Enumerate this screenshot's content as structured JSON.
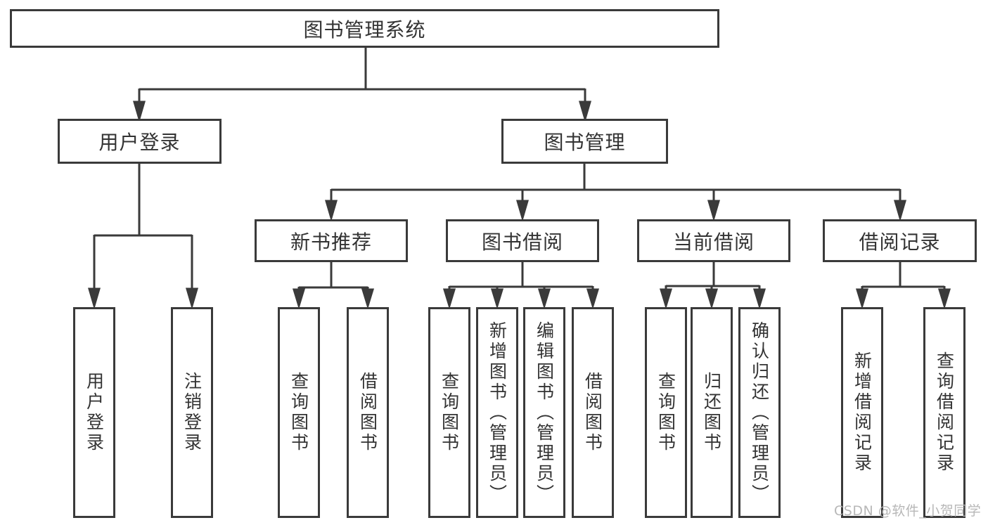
{
  "nodes": {
    "root": "图书管理系统",
    "user_login": "用户登录",
    "book_management": "图书管理",
    "new_book_recommend": "新书推荐",
    "book_borrowing": "图书借阅",
    "current_borrowing": "当前借阅",
    "borrow_records": "借阅记录",
    "leaf_user_login": "用户登录",
    "leaf_logout": "注销登录",
    "leaf_nb_query_books": "查询图书",
    "leaf_nb_borrow_books": "借阅图书",
    "leaf_bb_query_books": "查询图书",
    "leaf_bb_add_books_admin": "新增图书（管理员）",
    "leaf_bb_edit_books_admin": "编辑图书（管理员）",
    "leaf_bb_borrow_books": "借阅图书",
    "leaf_cb_query_books": "查询图书",
    "leaf_cb_return_books": "归还图书",
    "leaf_cb_confirm_return_admin": "确认归还（管理员）",
    "leaf_br_add_record": "新增借阅记录",
    "leaf_br_query_record": "查询借阅记录"
  },
  "hierarchy": {
    "图书管理系统": {
      "用户登录": [
        "用户登录",
        "注销登录"
      ],
      "图书管理": {
        "新书推荐": [
          "查询图书",
          "借阅图书"
        ],
        "图书借阅": [
          "查询图书",
          "新增图书（管理员）",
          "编辑图书（管理员）",
          "借阅图书"
        ],
        "当前借阅": [
          "查询图书",
          "归还图书",
          "确认归还（管理员）"
        ],
        "借阅记录": [
          "新增借阅记录",
          "查询借阅记录"
        ]
      }
    }
  },
  "watermark": "CSDN @软件_小贺同学",
  "colors": {
    "line": "#3a3a3a",
    "box_border": "#3a3a3a",
    "text": "#333333",
    "watermark": "#b4b4b4",
    "background": "#ffffff"
  }
}
